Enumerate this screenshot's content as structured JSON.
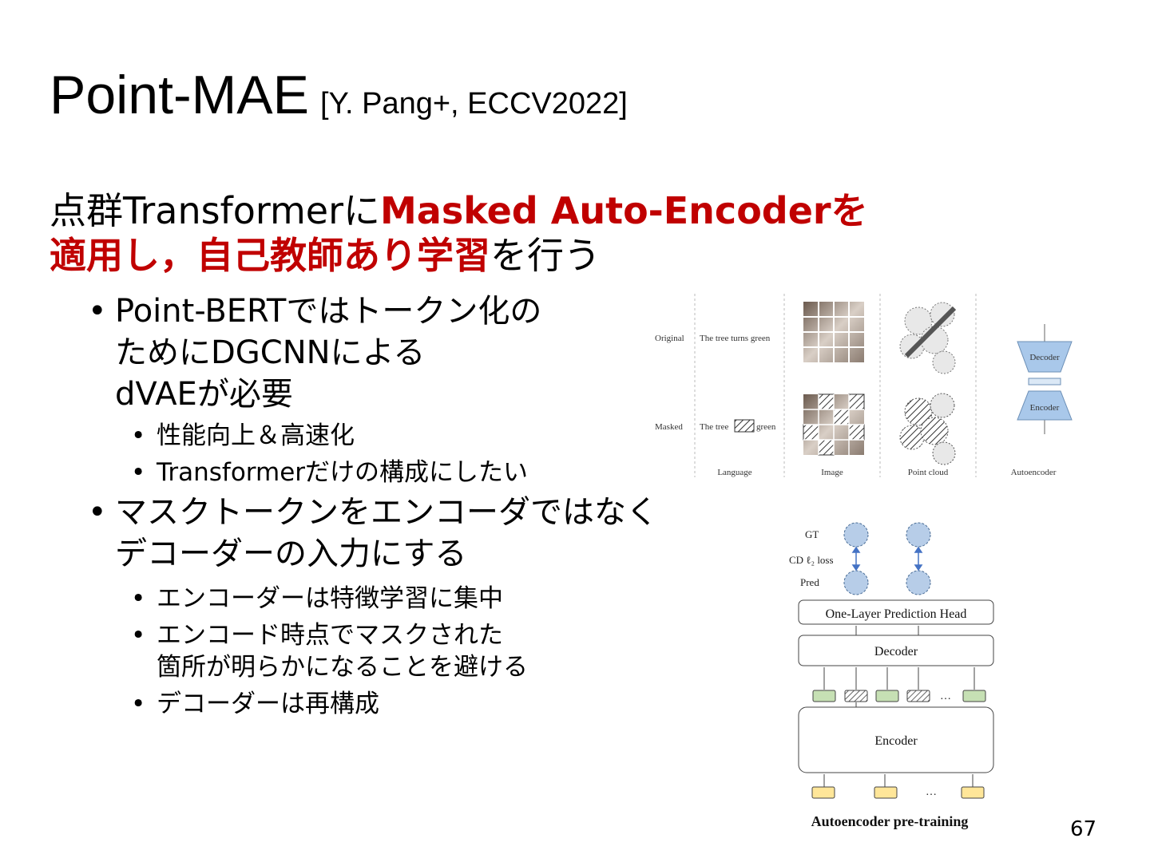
{
  "title": {
    "main": "Point-MAE",
    "citation": "[Y. Pang+, ECCV2022]"
  },
  "lead": {
    "line1_a": "点群Transformerに",
    "line1_b": "Masked Auto-Encoderを",
    "line2_a": "適用し，自己教師あり学習",
    "line2_b": "を行う"
  },
  "bullets": [
    {
      "lines": [
        "Point-BERTではトークン化の",
        "ためにDGCNNによる",
        "dVAEが必要"
      ],
      "sub": [
        "性能向上＆高速化",
        "Transformerだけの構成にしたい"
      ]
    },
    {
      "lines": [
        "マスクトークンをエンコーダではなく",
        "デコーダーの入力にする"
      ],
      "sub": [
        "エンコーダーは特徴学習に集中",
        "エンコード時点でマスクされた",
        "箇所が明らかになることを避ける",
        "デコーダーは再構成"
      ]
    }
  ],
  "figure_top": {
    "row_original": "Original",
    "row_masked": "Masked",
    "text_original": "The tree turns green",
    "text_masked_a": "The tree",
    "text_masked_b": "green",
    "col_language": "Language",
    "col_image": "Image",
    "col_pointcloud": "Point cloud",
    "col_autoencoder": "Autoencoder",
    "decoder": "Decoder",
    "encoder": "Encoder",
    "accent_blue": "#a9c8ea"
  },
  "figure_bottom": {
    "gt": "GT",
    "cd_loss": "CD ℓ₂ loss",
    "pred": "Pred",
    "head": "One-Layer Prediction Head",
    "decoder": "Decoder",
    "encoder": "Encoder",
    "ellipsis": "…",
    "caption": "Autoencoder pre-training",
    "token_green": "#c6e0b4",
    "token_yellow": "#ffe699"
  },
  "page_number": "67"
}
